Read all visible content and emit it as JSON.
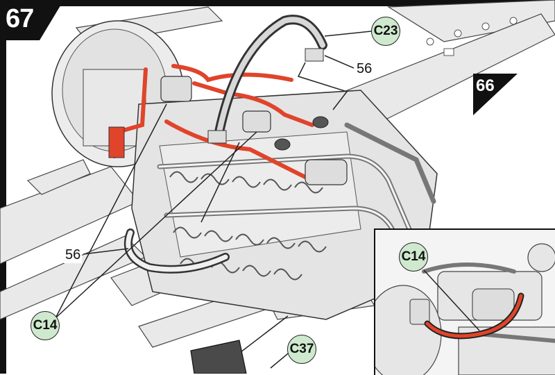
{
  "step": {
    "number": "67"
  },
  "previous_step": {
    "number": "66"
  },
  "callouts": {
    "c23": "C23",
    "c14_main": "C14",
    "c37": "C37",
    "c14_inset": "C14"
  },
  "labels": {
    "top_56": "56",
    "left_56": "56"
  },
  "colors": {
    "callout_fill": "#cfe9cf",
    "hose_red": "#e0442a",
    "line_dark": "#222222"
  }
}
